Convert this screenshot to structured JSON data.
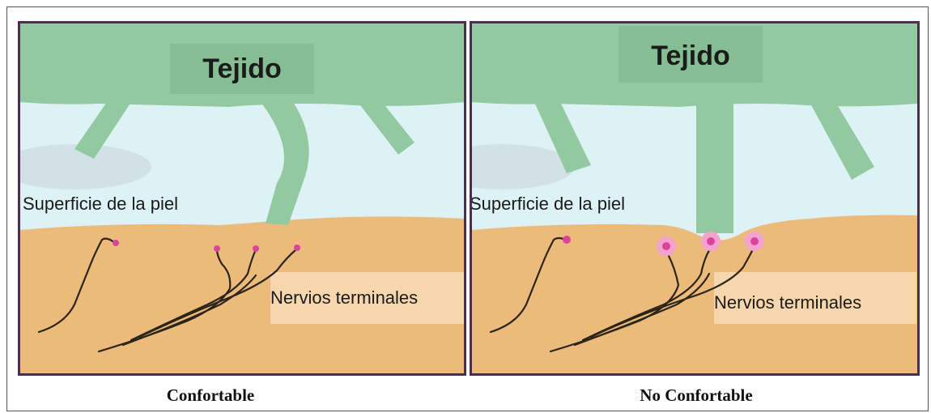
{
  "panels": [
    {
      "tissue_label": "Tejido",
      "skin_label": "Superficie de la piel",
      "nerve_label": "Nervios terminales",
      "caption": "Confortable"
    },
    {
      "tissue_label": "Tejido",
      "skin_label": "Superficie de la piel",
      "nerve_label": "Nervios terminales",
      "caption": "No Confortable"
    }
  ],
  "colors": {
    "tissue": "#93c9a0",
    "sky": "#ddf2f4",
    "skin": "#ecbb7c",
    "panel_border": "#4a2f4e",
    "nerve": "#2b2417",
    "nerve_tip": "#d9459a",
    "nerve_tip_glow": "#f4a3cf"
  }
}
